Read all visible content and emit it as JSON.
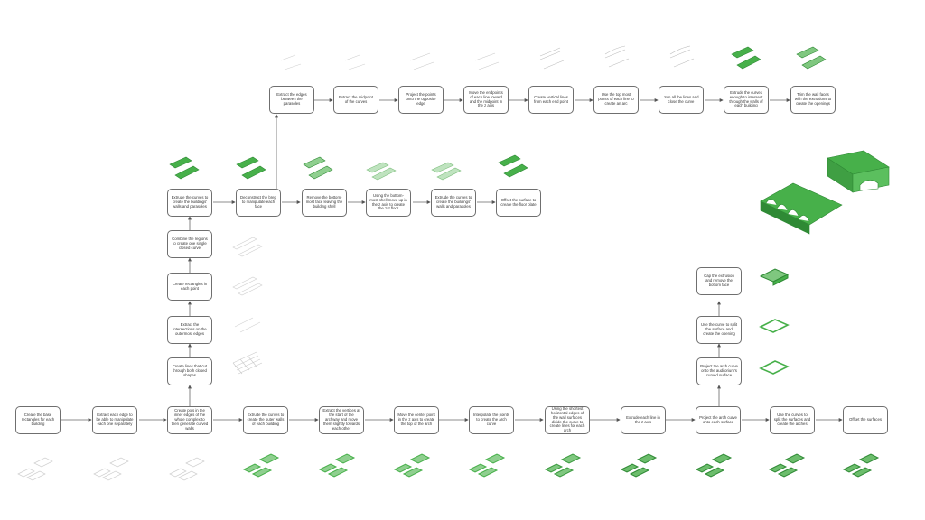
{
  "steps": {
    "s1": "Create the base rectangles for each building",
    "s2": "Extract each edge to be able to manipulate each one separately",
    "s3": "Create pois in the inner edges of the whole complex to then generate curved walls",
    "s4": "Extrude the curves to create the outer walls of each building",
    "s5": "Extract the vertices at the start of the archway and move them slightly towards each other",
    "s6": "Move the center point in the z axis to create the top of the arch",
    "s7": "Interpolate the points to create the arch curve",
    "s8": "Using the shortest horizontal edges of the wall surfaces divide the curve to create lines for each arch",
    "s9": "Extrude each line in the z axis",
    "s10": "Project the arch curve onto each surface",
    "s11": "Use the curves to split the surfaces and create the arches",
    "s12": "Offset the surfaces",
    "s13": "Create lines that cut through both closed shapes",
    "s14": "Extract the intersections on the outermost edges",
    "s15": "Create rectangles in each point",
    "s16": "Combine the regions to create one single closed curve",
    "s17": "Extrude the curves to create the buildings' walls and parasoles",
    "s18": "Deconstruct the brep to manipulate each face",
    "s19": "Remove the bottom-most face leaving the building shell",
    "s20": "Using the bottom-most shell move up in the z axis to create the 1st floor",
    "s21": "Extrude the curves to create the buildings' walls and parasoles",
    "s22": "Offset the surface to create the floor plate",
    "s23": "Extract the edges between the parasoles",
    "s24": "Extract the midpoint of the curves",
    "s25": "Project the points onto the opposite edge",
    "s26": "Move the endpoints of each line inward and the midpoint in the z axis",
    "s27": "Create vertical lines from each end point",
    "s28": "Use the top most points of each line to create an arc",
    "s29": "Join all the lines and close the curve",
    "s30": "Extrude the curves enough to intersect through the walls of each building",
    "s31": "Trim the wall faces with the extrusions to create the openings",
    "s32": "Project the arch curve onto the auditorium's curved surface",
    "s33": "Use the curve to split the surface and create the opening",
    "s34": "Cap the extrusion and remove the bottom face"
  },
  "colors": {
    "green": "#47b04a",
    "darkGreen": "#2f8a35",
    "line": "#8a8a8a",
    "light": "#c9c9c9"
  },
  "icons": [
    "arrow-icon",
    "building-thumbnail-icon",
    "auditorium-render-icon"
  ]
}
